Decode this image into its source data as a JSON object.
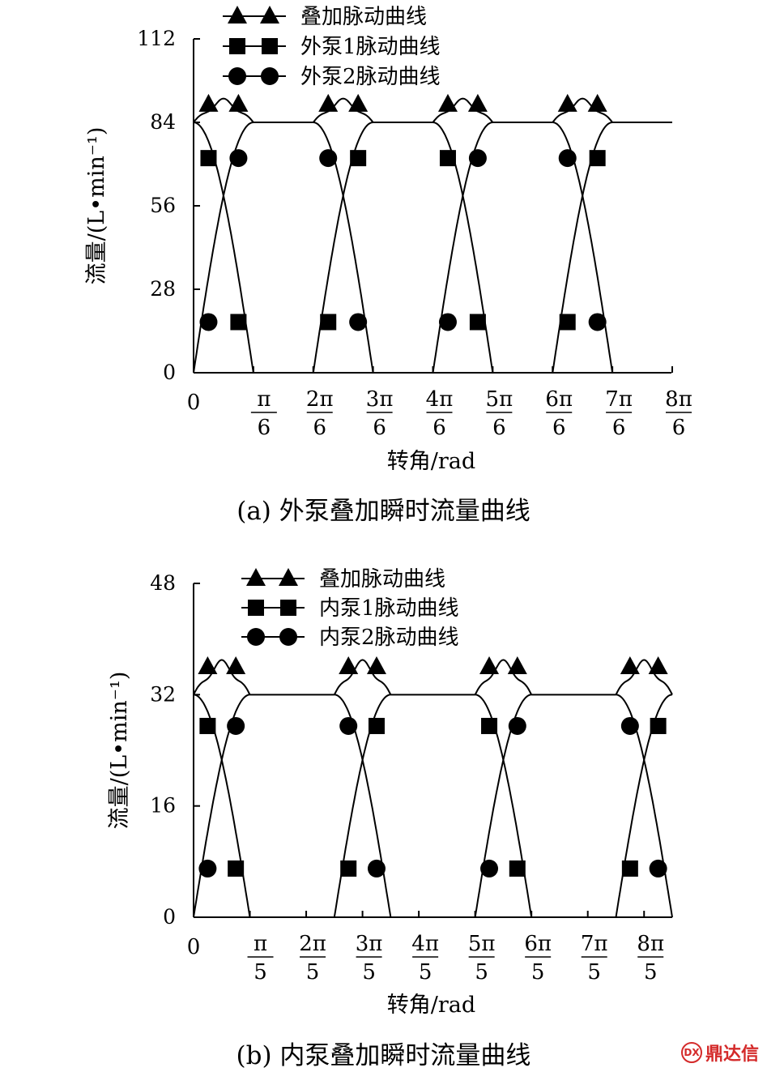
{
  "chart_data": [
    {
      "type": "line",
      "caption": "(a) 外泵叠加瞬时流量曲线",
      "xlabel": "转角/rad",
      "ylabel": "流量/(L•min⁻¹)",
      "ylim": [
        0,
        112
      ],
      "yticks": [
        0,
        28,
        56,
        84,
        112
      ],
      "xlim": [
        0,
        8
      ],
      "xtick_unit": "π/6",
      "xticks": [
        {
          "num": "0",
          "den": ""
        },
        {
          "num": "π",
          "den": "6"
        },
        {
          "num": "2π",
          "den": "6"
        },
        {
          "num": "3π",
          "den": "6"
        },
        {
          "num": "4π",
          "den": "6"
        },
        {
          "num": "5π",
          "den": "6"
        },
        {
          "num": "6π",
          "den": "6"
        },
        {
          "num": "7π",
          "den": "6"
        },
        {
          "num": "8π",
          "den": "6"
        }
      ],
      "legend": [
        "叠加脉动曲线",
        "外泵1脉动曲线",
        "外泵2脉动曲线"
      ],
      "legend_position": "top-left",
      "grid": false,
      "pulse_starts": [
        0,
        2,
        4,
        6
      ],
      "pulse_width": 1,
      "base_level": 84,
      "pulse_peak": 92,
      "series": [
        {
          "name": "叠加脉动曲线",
          "marker": "triangle",
          "x": [
            0.25,
            0.75,
            2.25,
            2.75,
            4.25,
            4.75,
            6.25,
            6.75
          ],
          "values": [
            90,
            90,
            90,
            90,
            90,
            90,
            90,
            90
          ]
        },
        {
          "name": "外泵1脉动曲线",
          "marker": "square",
          "x": [
            0.25,
            0.75,
            2.25,
            2.75,
            4.25,
            4.75,
            6.25,
            6.75
          ],
          "values": [
            72,
            17,
            17,
            72,
            72,
            17,
            17,
            72
          ]
        },
        {
          "name": "外泵2脉动曲线",
          "marker": "circle",
          "x": [
            0.25,
            0.75,
            2.25,
            2.75,
            4.25,
            4.75,
            6.25,
            6.75
          ],
          "values": [
            17,
            72,
            72,
            17,
            17,
            72,
            72,
            17
          ]
        }
      ]
    },
    {
      "type": "line",
      "caption": "(b) 内泵叠加瞬时流量曲线",
      "xlabel": "转角/rad",
      "ylabel": "流量/(L•min⁻¹)",
      "ylim": [
        0,
        48
      ],
      "yticks": [
        0,
        16,
        32,
        48
      ],
      "xlim": [
        0,
        8.5
      ],
      "xtick_unit": "π/5",
      "xticks": [
        {
          "num": "0",
          "den": ""
        },
        {
          "num": "π",
          "den": "5"
        },
        {
          "num": "2π",
          "den": "5"
        },
        {
          "num": "3π",
          "den": "5"
        },
        {
          "num": "4π",
          "den": "5"
        },
        {
          "num": "5π",
          "den": "5"
        },
        {
          "num": "6π",
          "den": "5"
        },
        {
          "num": "7π",
          "den": "5"
        },
        {
          "num": "8π",
          "den": "5"
        }
      ],
      "legend": [
        "叠加脉动曲线",
        "内泵1脉动曲线",
        "内泵2脉动曲线"
      ],
      "legend_position": "top-left",
      "grid": false,
      "pulse_starts": [
        0,
        2.5,
        5,
        7.5
      ],
      "pulse_width": 1,
      "base_level": 32,
      "pulse_peak": 37,
      "series": [
        {
          "name": "叠加脉动曲线",
          "marker": "triangle",
          "x": [
            0.25,
            0.75,
            2.75,
            3.25,
            5.25,
            5.75,
            7.75,
            8.25
          ],
          "values": [
            36,
            36,
            36,
            36,
            36,
            36,
            36,
            36
          ]
        },
        {
          "name": "内泵1脉动曲线",
          "marker": "square",
          "x": [
            0.25,
            0.75,
            2.75,
            3.25,
            5.25,
            5.75,
            7.75,
            8.25
          ],
          "values": [
            27.5,
            7,
            7,
            27.5,
            27.5,
            7,
            7,
            27.5
          ]
        },
        {
          "name": "内泵2脉动曲线",
          "marker": "circle",
          "x": [
            0.25,
            0.75,
            2.75,
            3.25,
            5.25,
            5.75,
            7.75,
            8.25
          ],
          "values": [
            7,
            27.5,
            27.5,
            7,
            7,
            27.5,
            27.5,
            7
          ]
        }
      ]
    }
  ],
  "watermark": "鼎达信",
  "watermark_icon": "logo-circle-icon"
}
